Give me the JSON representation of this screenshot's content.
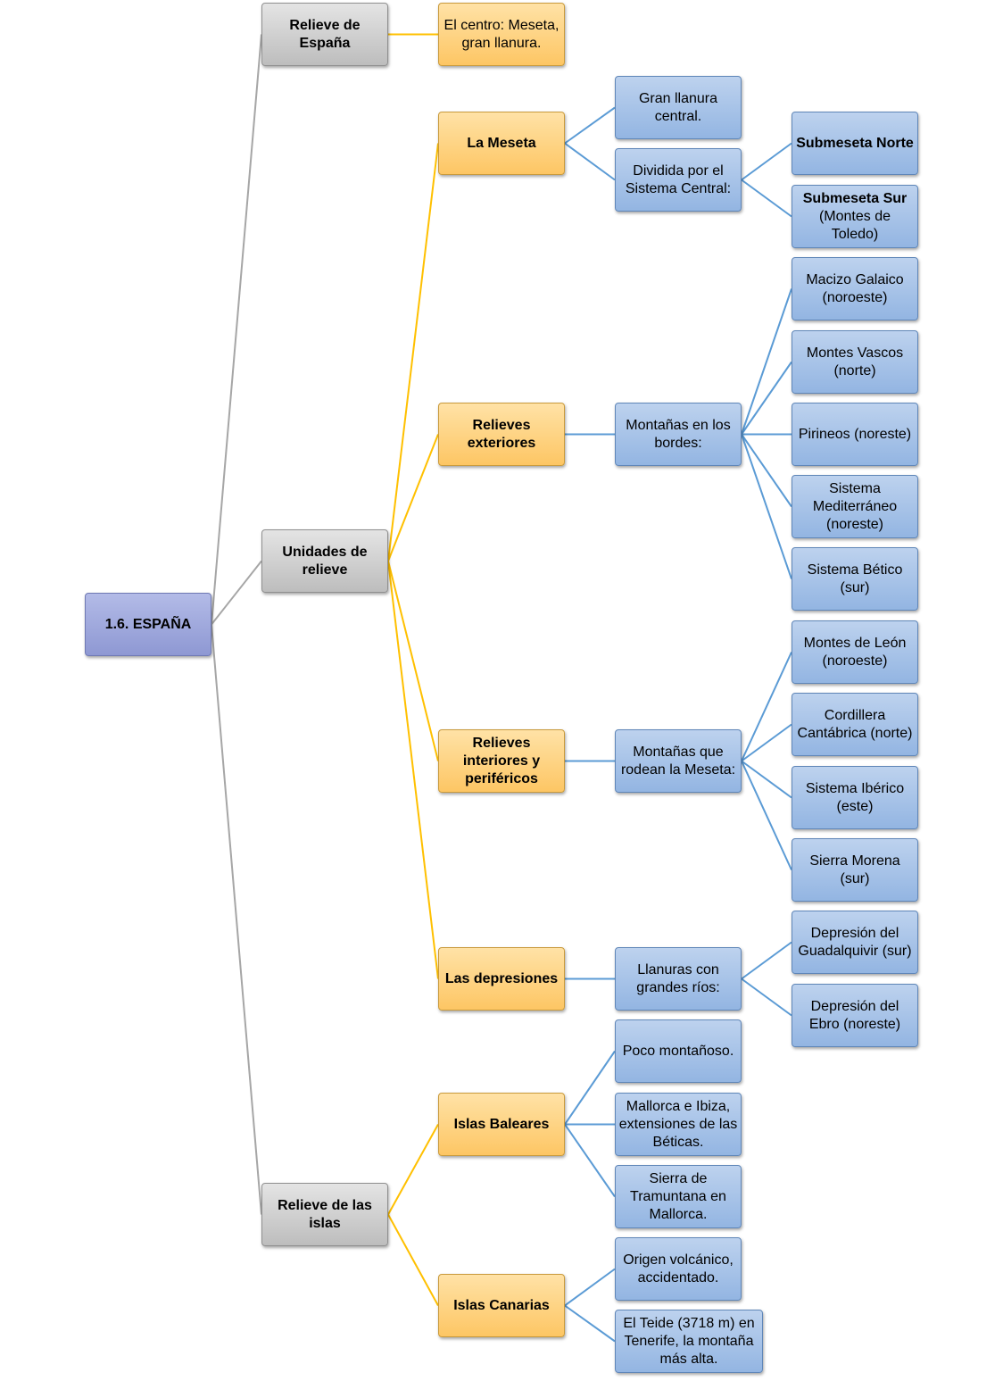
{
  "diagram": {
    "root": "1.6. ESPAÑA",
    "relieve_espana": {
      "title": "Relieve de España",
      "center": "El centro: Meseta, gran llanura."
    },
    "unidades": {
      "title": "Unidades de relieve",
      "meseta": {
        "title": "La Meseta",
        "llanura": "Gran llanura central.",
        "dividida": "Dividida por el Sistema Central:",
        "sub_norte": "Submeseta Norte",
        "sub_sur_bold": "Submeseta Sur",
        "sub_sur_rest": "(Montes de Toledo)"
      },
      "exteriores": {
        "title": "Relieves exteriores",
        "bordes": "Montañas en los bordes:",
        "items": [
          "Macizo Galaico (noroeste)",
          "Montes Vascos (norte)",
          "Pirineos (noreste)",
          "Sistema Mediterráneo (noreste)",
          "Sistema Bético (sur)"
        ]
      },
      "interiores": {
        "title": "Relieves interiores y periféricos",
        "rodean": "Montañas que rodean la Meseta:",
        "items": [
          "Montes de León (noroeste)",
          "Cordillera Cantábrica (norte)",
          "Sistema Ibérico (este)",
          "Sierra Morena (sur)"
        ]
      },
      "depresiones": {
        "title": "Las depresiones",
        "llanuras": "Llanuras con grandes ríos:",
        "items": [
          "Depresión del Guadalquivir (sur)",
          "Depresión del Ebro (noreste)"
        ]
      }
    },
    "islas": {
      "title": "Relieve de las islas",
      "baleares": {
        "title": "Islas Baleares",
        "items": [
          "Poco montañoso.",
          "Mallorca e Ibiza, extensiones de las Béticas.",
          "Sierra de Tramuntana en Mallorca."
        ]
      },
      "canarias": {
        "title": "Islas Canarias",
        "items": [
          "Origen volcánico, accidentado.",
          "El Teide (3718 m) en Tenerife, la montaña más alta."
        ]
      }
    }
  },
  "colors": {
    "root_fill": "#8e98d3",
    "grey_fill": "#bdbdbd",
    "orange_fill": "#fdc664",
    "blue_fill": "#93b5e2",
    "grey_line": "#a6a6a6",
    "orange_line": "#ffc000",
    "blue_line": "#5b9bd5"
  }
}
